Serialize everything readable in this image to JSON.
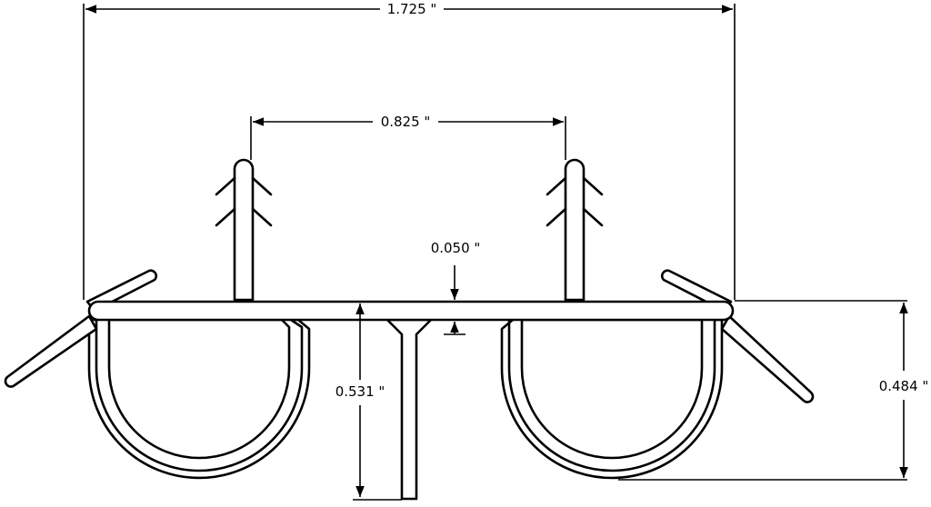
{
  "dimensions": {
    "overall_width": "1.725 \"",
    "barb_spacing": "0.825 \"",
    "base_thickness": "0.050 \"",
    "center_leg_depth": "0.531 \"",
    "loop_depth": "0.484 \""
  }
}
